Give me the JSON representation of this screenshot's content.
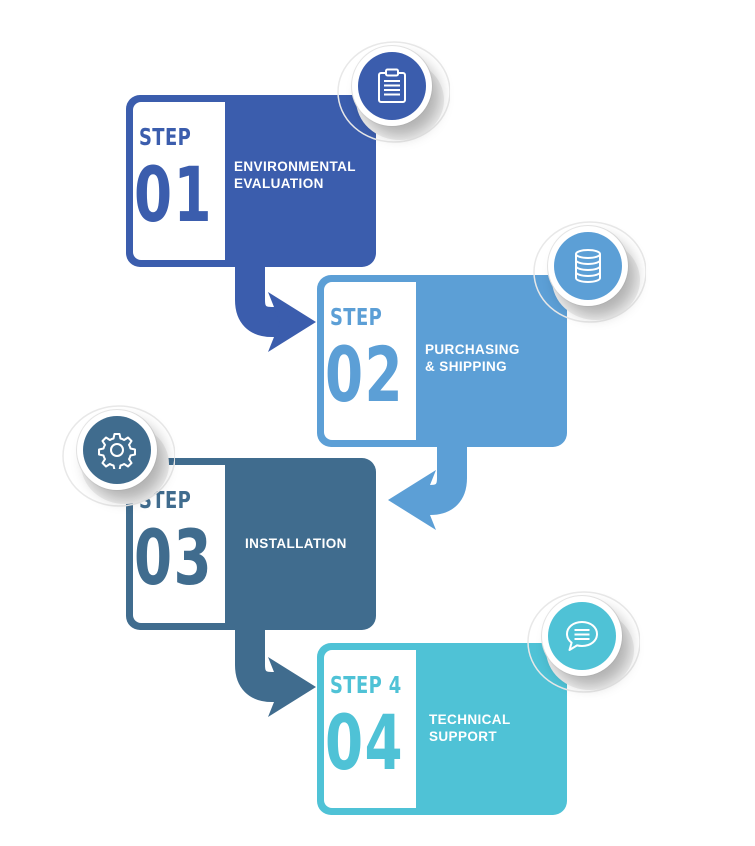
{
  "steps": [
    {
      "label": "STEP",
      "number": "01",
      "title": "ENVIRONMENTAL\nEVALUATION",
      "color": "#3B5DAD",
      "icon": "clipboard-icon"
    },
    {
      "label": "STEP",
      "number": "02",
      "title": "PURCHASING\n& SHIPPING",
      "color": "#5C9FD6",
      "icon": "database-icon"
    },
    {
      "label": "STEP",
      "number": "03",
      "title": "INSTALLATION",
      "color": "#406C8E",
      "icon": "gear-icon"
    },
    {
      "label": "STEP 4",
      "number": "04",
      "title": "TECHNICAL\nSUPPORT",
      "color": "#4FC2D6",
      "icon": "chat-icon"
    }
  ]
}
